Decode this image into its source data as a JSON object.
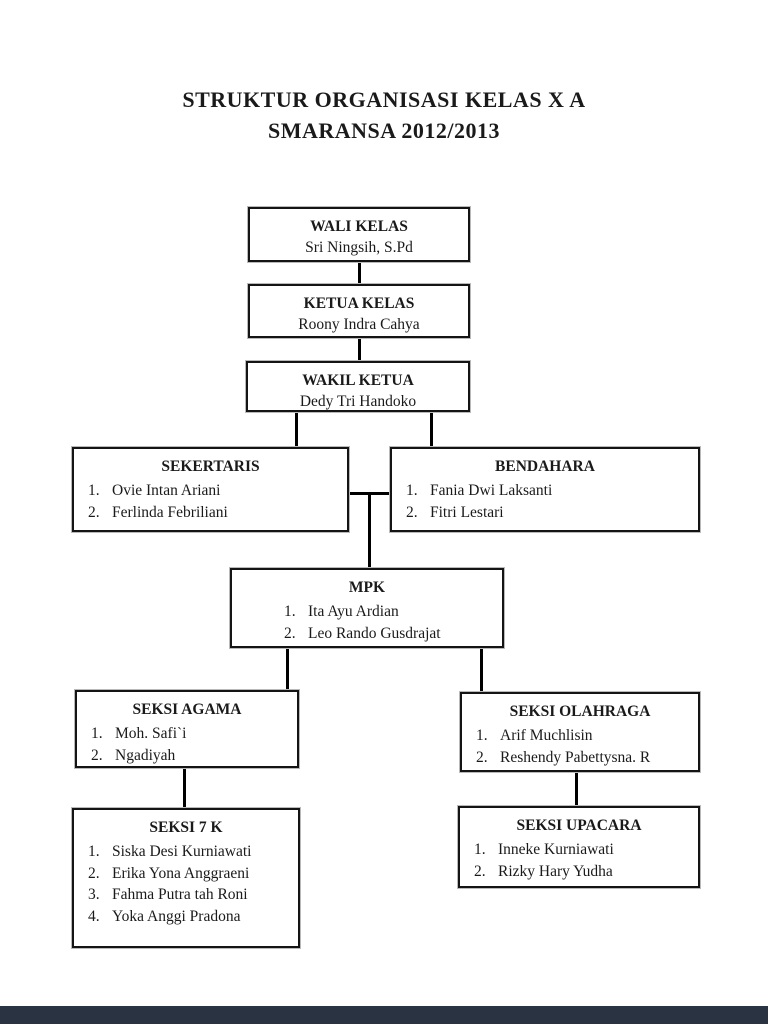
{
  "title": {
    "line1": "STRUKTUR ORGANISASI KELAS X A",
    "line2": "SMARANSA 2012/2013"
  },
  "org": {
    "wali_kelas": {
      "title": "WALI KELAS",
      "person": "Sri Ningsih, S.Pd"
    },
    "ketua_kelas": {
      "title": "KETUA KELAS",
      "person": "Roony Indra Cahya"
    },
    "wakil_ketua": {
      "title": "WAKIL KETUA",
      "person": "Dedy Tri Handoko"
    },
    "sekertaris": {
      "title": "SEKERTARIS",
      "members": [
        {
          "num": "1.",
          "name": "Ovie Intan Ariani"
        },
        {
          "num": "2.",
          "name": "Ferlinda Febriliani"
        }
      ]
    },
    "bendahara": {
      "title": "BENDAHARA",
      "members": [
        {
          "num": "1.",
          "name": "Fania Dwi Laksanti"
        },
        {
          "num": "2.",
          "name": "Fitri Lestari"
        }
      ]
    },
    "mpk": {
      "title": "MPK",
      "members": [
        {
          "num": "1.",
          "name": "Ita Ayu Ardian"
        },
        {
          "num": "2.",
          "name": "Leo Rando Gusdrajat"
        }
      ]
    },
    "seksi_agama": {
      "title": "SEKSI AGAMA",
      "members": [
        {
          "num": "1.",
          "name": "Moh. Safi`i"
        },
        {
          "num": "2.",
          "name": "Ngadiyah"
        }
      ]
    },
    "seksi_olahraga": {
      "title": "SEKSI OLAHRAGA",
      "members": [
        {
          "num": "1.",
          "name": "Arif Muchlisin"
        },
        {
          "num": "2.",
          "name": "Reshendy Pabettysna. R"
        }
      ]
    },
    "seksi_7k": {
      "title": "SEKSI 7 K",
      "members": [
        {
          "num": "1.",
          "name": "Siska Desi Kurniawati"
        },
        {
          "num": "2.",
          "name": "Erika Yona Anggraeni"
        },
        {
          "num": "3.",
          "name": "Fahma Putra tah Roni"
        },
        {
          "num": "4.",
          "name": "Yoka Anggi Pradona"
        }
      ]
    },
    "seksi_upacara": {
      "title": "SEKSI UPACARA",
      "members": [
        {
          "num": "1.",
          "name": "Inneke Kurniawati"
        },
        {
          "num": "2.",
          "name": "Rizky Hary Yudha"
        }
      ]
    }
  },
  "colors": {
    "text": "#1a1a1a",
    "box_border": "#141414",
    "connector": "#000000",
    "footer_bar": "#2a3342"
  }
}
